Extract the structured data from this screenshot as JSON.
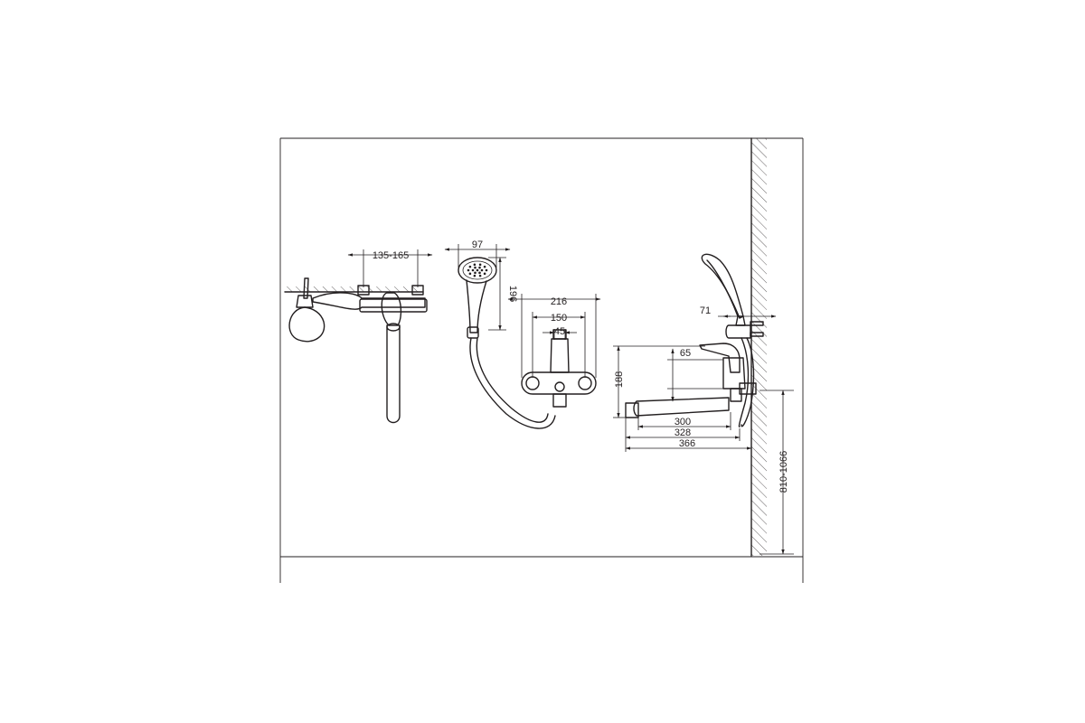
{
  "dimensions": {
    "top_centers": "135-165",
    "head_width": "97",
    "head_height": "196",
    "width_216": "216",
    "width_150": "150",
    "width_45": "45",
    "height_188": "188",
    "offset_65": "65",
    "holder_71": "71",
    "spout_300": "300",
    "spout_328": "328",
    "spout_366": "366",
    "mount_height": "810-1066"
  }
}
